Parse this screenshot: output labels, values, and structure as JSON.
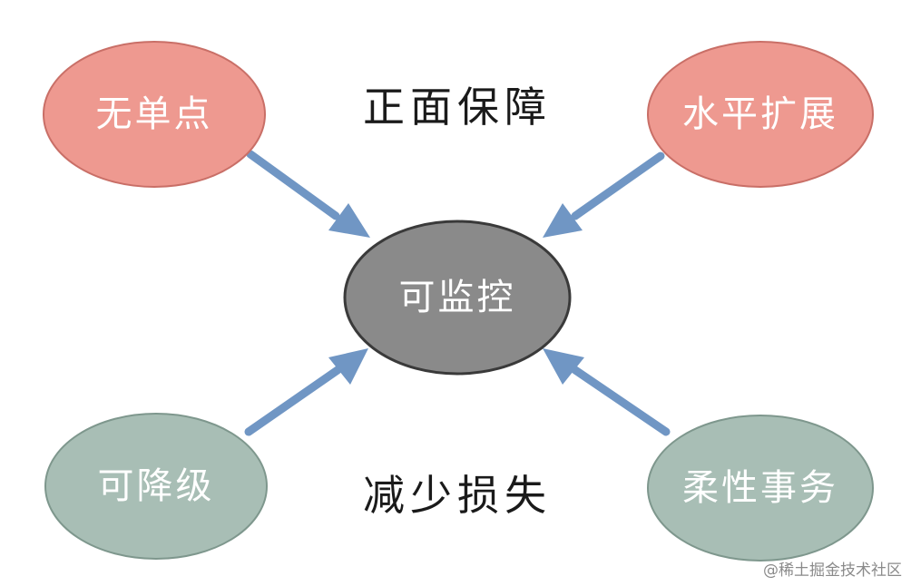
{
  "center": {
    "label": "可监控",
    "color": "#8a8a8a",
    "outline": "#3a3a3a"
  },
  "positive_group": {
    "label": "正面保障"
  },
  "negative_group": {
    "label": "减少损失"
  },
  "nodes": {
    "top_left": {
      "label": "无单点",
      "color": "#ee9990",
      "outline": "#c96f67"
    },
    "top_right": {
      "label": "水平扩展",
      "color": "#ee9990",
      "outline": "#c96f67"
    },
    "bottom_left": {
      "label": "可降级",
      "color": "#a8beb5",
      "outline": "#7e978d"
    },
    "bottom_right": {
      "label": "柔性事务",
      "color": "#a8beb5",
      "outline": "#7e978d"
    }
  },
  "arrow_color": "#7096c4",
  "watermark": {
    "text": "@稀土掘金技术社区"
  }
}
